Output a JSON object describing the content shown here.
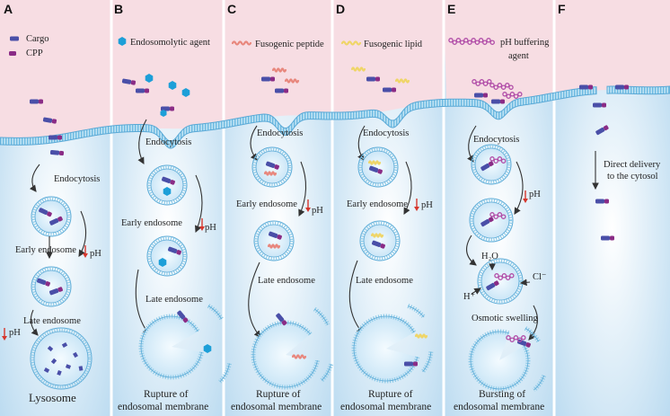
{
  "colors": {
    "extracellular": "#f7dde3",
    "cytosol": "#dcecf7",
    "membrane": "#8fcbe8",
    "membrane_edge": "#5aa9d6",
    "lumen": "#d7ecf8",
    "cargo": "#4a4fa8",
    "cpp": "#8a2c86",
    "agent": "#1d9fd8",
    "peptide": "#e8877d",
    "lipid": "#efd567",
    "buffer": "#b14ea8",
    "arrow": "#333333",
    "ph_arrow": "#d6372d"
  },
  "panels": [
    {
      "letter": "A"
    },
    {
      "letter": "B"
    },
    {
      "letter": "C"
    },
    {
      "letter": "D"
    },
    {
      "letter": "E"
    },
    {
      "letter": "F"
    }
  ],
  "legends": {
    "cargo": "Cargo",
    "cpp": "CPP",
    "endosomolytic": "Endosomolytic agent",
    "fusogenic_peptide": "Fusogenic peptide",
    "fusogenic_lipid": "Fusogenic lipid",
    "ph_buffering_1": "pH buffering",
    "ph_buffering_2": "agent"
  },
  "labels": {
    "endocytosis": "Endocytosis",
    "early_endosome": "Early endosome",
    "late_endosome": "Late endosome",
    "lysosome": "Lysosome",
    "ph": "pH",
    "rupture_1": "Rupture of",
    "rupture_2": "endosomal membrane",
    "osmotic": "Osmotic swelling",
    "h2o": "H₂O",
    "cl": "Cl⁻",
    "hplus": "H⁺",
    "bursting_1": "Bursting of",
    "bursting_2": "endosomal membrane",
    "direct_1": "Direct delivery",
    "direct_2": "to the cytosol"
  }
}
